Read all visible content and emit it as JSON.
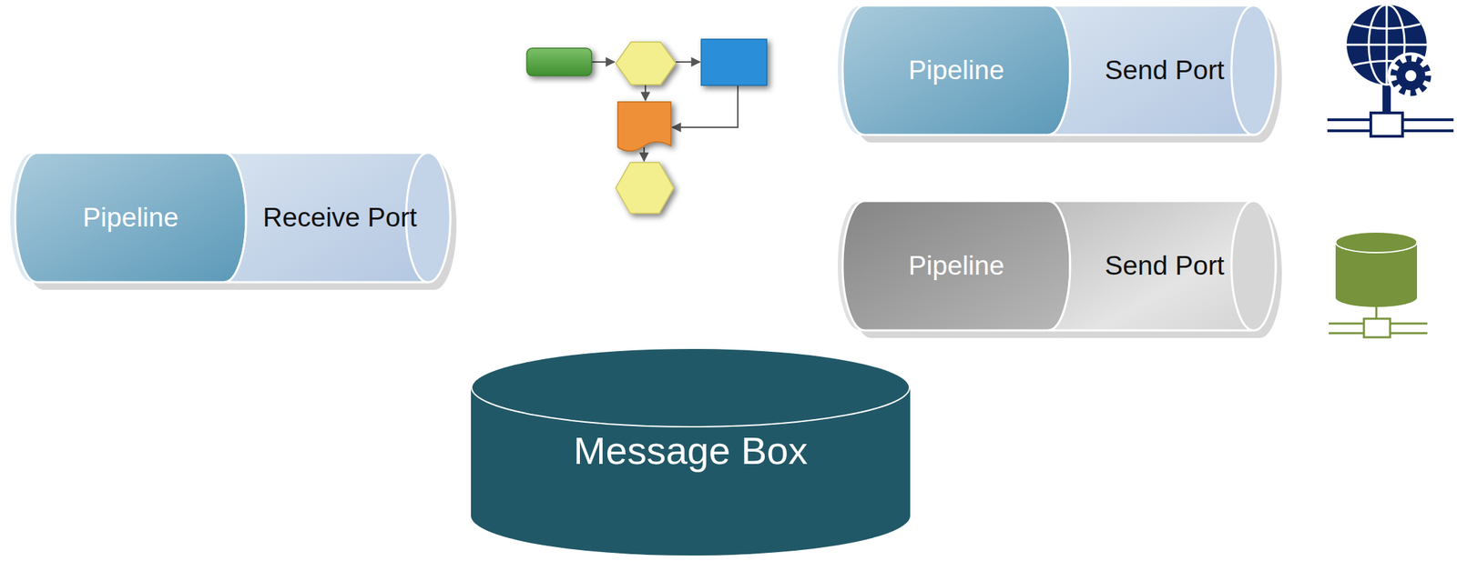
{
  "diagram": {
    "nodes": [
      {
        "text": [
          "Pipeline"
        ]
      },
      {
        "text": [
          "Send Port"
        ]
      },
      {
        "text": [
          "Pipeline"
        ]
      },
      {
        "text": [
          "Receive Port"
        ]
      },
      {
        "text": [
          "Pipeline"
        ]
      },
      {
        "text": [
          "Send Port"
        ]
      },
      {
        "text": [
          "Message Box"
        ]
      }
    ]
  }
}
